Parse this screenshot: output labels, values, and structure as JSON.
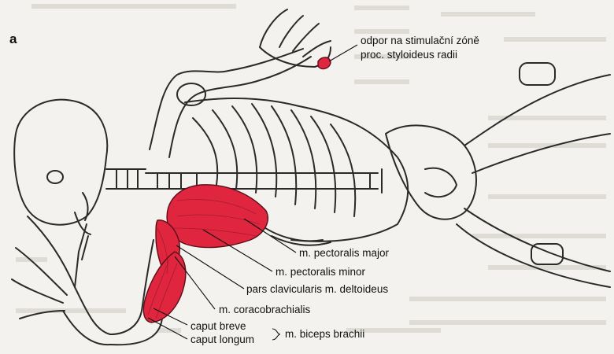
{
  "panel_label": "a",
  "annotations": {
    "stimulus": {
      "line1": "odpor na stimulační zóně",
      "line2": "proc. styloideus radii"
    },
    "pectoralis_major": "m. pectoralis major",
    "pectoralis_minor": "m. pectoralis minor",
    "deltoideus": "pars clavicularis m. deltoideus",
    "coracobrachialis": "m. coracobrachialis",
    "caput_breve": "caput breve",
    "caput_longum": "caput longum",
    "biceps_brachii": "m. biceps brachii"
  },
  "colors": {
    "muscle": "#e0263f",
    "bone_outline": "#2a2a2a",
    "page": "#f4f2ee",
    "background_text": "#b5b1aa"
  }
}
